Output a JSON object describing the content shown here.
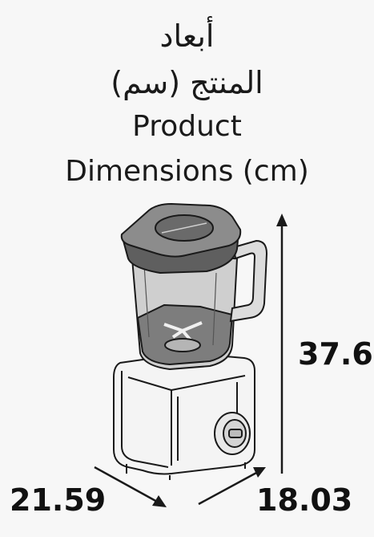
{
  "title": {
    "arabic_line1": "أبعاد",
    "arabic_line2": "المنتج (سم)",
    "english_line1": "Product",
    "english_line2": "Dimensions (cm)"
  },
  "dimensions": {
    "height": "37.6",
    "width": "21.59",
    "depth": "18.03"
  },
  "colors": {
    "background": "#f7f7f7",
    "lid": "#6f6f6f",
    "jar_dark": "#8a8a8a",
    "line": "#1a1a1a"
  }
}
